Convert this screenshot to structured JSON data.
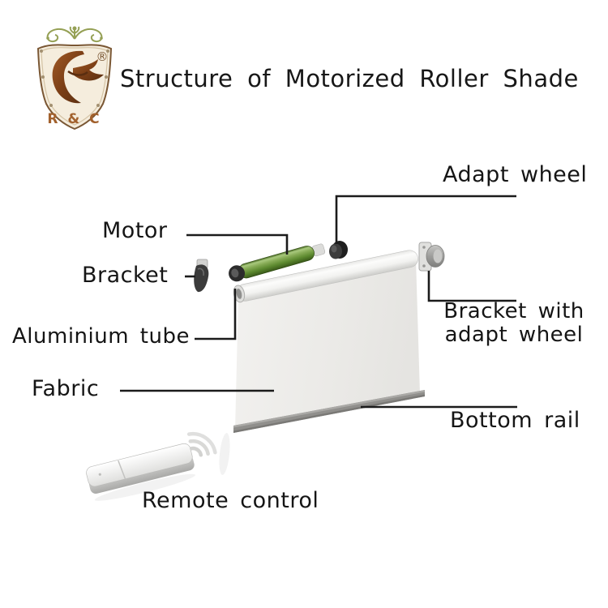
{
  "title": "Structure of Motorized Roller Shade",
  "logo": {
    "brand": "R & C",
    "registered_mark": "®"
  },
  "parts": {
    "adapt_wheel": {
      "label": "Adapt wheel"
    },
    "motor": {
      "label": "Motor"
    },
    "bracket": {
      "label": "Bracket"
    },
    "aluminium_tube": {
      "label": "Aluminium tube"
    },
    "fabric": {
      "label": "Fabric"
    },
    "bracket_with_adapt_wheel": {
      "label_line1": "Bracket with",
      "label_line2": "adapt wheel"
    },
    "bottom_rail": {
      "label": "Bottom rail"
    },
    "remote_control": {
      "label": "Remote control"
    }
  },
  "colors": {
    "background": "#ffffff",
    "label_text": "#151515",
    "leader_line": "#1b1b1b",
    "motor_green": "#6d9c3e",
    "tube_white": "#f6f6f4",
    "fabric_gray": "#edecea",
    "bottom_rail_gray": "#8f8e8b",
    "remote_silver": "#e9e9e7",
    "signal_wave_gray": "#d2d2d0",
    "logo_shield_cream": "#f5eddd",
    "logo_wood_brown": "#8a4c1f",
    "logo_ornament_olive": "#95a055"
  },
  "icons": {
    "logo_icon": "rc-wood-shield",
    "waves_icon": "wireless-signal-waves"
  }
}
